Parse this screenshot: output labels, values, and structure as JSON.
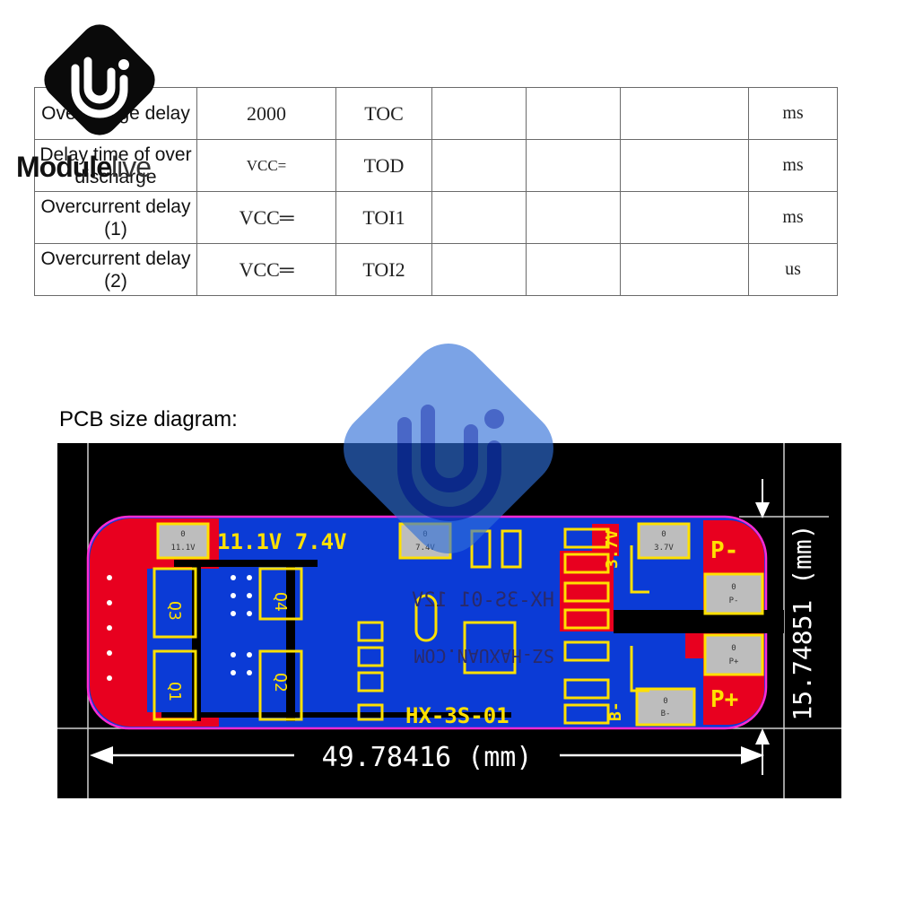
{
  "spec_table": {
    "rows": [
      {
        "name": "Overcharge delay",
        "condition": "2000",
        "symbol": "TOC",
        "unit": "ms"
      },
      {
        "name": "Delay time of over discharge",
        "condition": "VCC=",
        "symbol": "TOD",
        "unit": "ms"
      },
      {
        "name": "Overcurrent delay (1)",
        "condition": "VCC═",
        "symbol": "TOI1",
        "unit": "ms"
      },
      {
        "name": "Overcurrent delay (2)",
        "condition": "VCC═",
        "symbol": "TOI2",
        "unit": "us"
      }
    ]
  },
  "logo": {
    "part1": "Module",
    "part2": "live"
  },
  "caption": "PCB size diagram:",
  "pcb": {
    "width_label": "49.78416 (mm)",
    "height_label": "15.74851 (mm)",
    "silkscreen_voltage": "11.1V 7.4V",
    "board_name": "HX-3S-01",
    "mirrored_name": "HX-3S-01 12V",
    "mirrored_url": "SZ-HAXUAN.COM",
    "pad_p_minus": "P-",
    "pad_p_plus": "P+",
    "pad_b_minus": "B-",
    "pad_37": "3.7V",
    "labels": {
      "zero": "0",
      "v111": "11.1V",
      "v74": "7.4V",
      "v37": "3.7V",
      "pm": "P-",
      "pp": "P+",
      "bm": "B-"
    },
    "transistors": [
      "Q3",
      "Q4",
      "Q1",
      "Q2"
    ]
  }
}
